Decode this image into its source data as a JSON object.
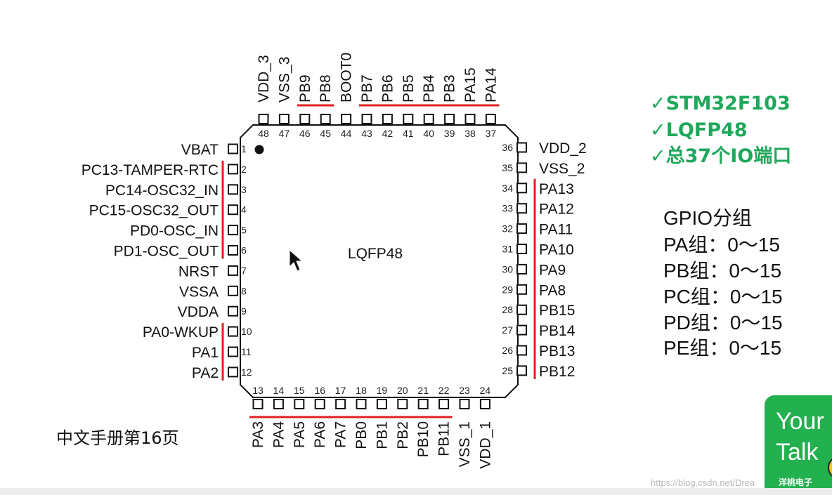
{
  "chip": {
    "package_label": "LQFP48",
    "pins": {
      "top": [
        {
          "n": 48,
          "name": "VDD_3"
        },
        {
          "n": 47,
          "name": "VSS_3"
        },
        {
          "n": 46,
          "name": "PB9"
        },
        {
          "n": 45,
          "name": "PB8"
        },
        {
          "n": 44,
          "name": "BOOT0"
        },
        {
          "n": 43,
          "name": "PB7"
        },
        {
          "n": 42,
          "name": "PB6"
        },
        {
          "n": 41,
          "name": "PB5"
        },
        {
          "n": 40,
          "name": "PB4"
        },
        {
          "n": 39,
          "name": "PB3"
        },
        {
          "n": 38,
          "name": "PA15"
        },
        {
          "n": 37,
          "name": "PA14"
        }
      ],
      "left": [
        {
          "n": 1,
          "name": "VBAT"
        },
        {
          "n": 2,
          "name": "PC13-TAMPER-RTC"
        },
        {
          "n": 3,
          "name": "PC14-OSC32_IN"
        },
        {
          "n": 4,
          "name": "PC15-OSC32_OUT"
        },
        {
          "n": 5,
          "name": "PD0-OSC_IN"
        },
        {
          "n": 6,
          "name": "PD1-OSC_OUT"
        },
        {
          "n": 7,
          "name": "NRST"
        },
        {
          "n": 8,
          "name": "VSSA"
        },
        {
          "n": 9,
          "name": "VDDA"
        },
        {
          "n": 10,
          "name": "PA0-WKUP"
        },
        {
          "n": 11,
          "name": "PA1"
        },
        {
          "n": 12,
          "name": "PA2"
        }
      ],
      "right": [
        {
          "n": 36,
          "name": "VDD_2"
        },
        {
          "n": 35,
          "name": "VSS_2"
        },
        {
          "n": 34,
          "name": "PA13"
        },
        {
          "n": 33,
          "name": "PA12"
        },
        {
          "n": 32,
          "name": "PA11"
        },
        {
          "n": 31,
          "name": "PA10"
        },
        {
          "n": 30,
          "name": "PA9"
        },
        {
          "n": 29,
          "name": "PA8"
        },
        {
          "n": 28,
          "name": "PB15"
        },
        {
          "n": 27,
          "name": "PB14"
        },
        {
          "n": 26,
          "name": "PB13"
        },
        {
          "n": 25,
          "name": "PB12"
        }
      ],
      "bottom": [
        {
          "n": 13,
          "name": "PA3"
        },
        {
          "n": 14,
          "name": "PA4"
        },
        {
          "n": 15,
          "name": "PA5"
        },
        {
          "n": 16,
          "name": "PA6"
        },
        {
          "n": 17,
          "name": "PA7"
        },
        {
          "n": 18,
          "name": "PB0"
        },
        {
          "n": 19,
          "name": "PB1"
        },
        {
          "n": 20,
          "name": "PB2"
        },
        {
          "n": 21,
          "name": "PB10"
        },
        {
          "n": 22,
          "name": "PB11"
        },
        {
          "n": 23,
          "name": "VSS_1"
        },
        {
          "n": 24,
          "name": "VDD_1"
        }
      ]
    },
    "highlight_color": "#e32020",
    "highlighted_groups": {
      "top": [
        [
          46,
          45
        ],
        [
          43,
          37
        ]
      ],
      "left": [
        [
          2,
          6
        ],
        [
          10,
          12
        ]
      ],
      "right": [
        [
          34,
          25
        ]
      ],
      "bottom": [
        [
          13,
          22
        ]
      ]
    }
  },
  "specs": {
    "color": "#1ea85a",
    "lines": [
      "✓STM32F103",
      "✓LQFP48",
      "✓总37个IO端口"
    ]
  },
  "gpio": {
    "title": "GPIO分组",
    "groups": [
      "PA组：0～15",
      "PB组：0～15",
      "PC组：0～15",
      "PD组：0～15",
      "PE组：0～15"
    ]
  },
  "manual_note": "中文手册第16页",
  "badge": {
    "color": "#23b04f",
    "line1": "Your",
    "line2": "Talk",
    "sub": "洋桃电子"
  },
  "watermark": "https://blog.csdn.net/Drea"
}
